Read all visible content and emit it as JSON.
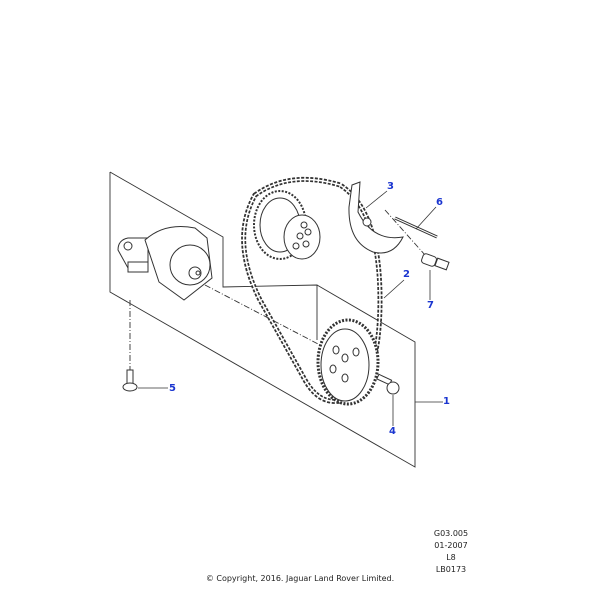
{
  "diagram": {
    "callouts": [
      "1",
      "2",
      "3",
      "4",
      "5",
      "6",
      "7"
    ],
    "callout_color": "#1a35d0",
    "parts_shown": [
      "oil-pump",
      "timing-chain",
      "camshaft-sprocket",
      "crankshaft-sprocket",
      "chain-tensioner",
      "bolt",
      "screw",
      "pin",
      "stud"
    ]
  },
  "meta": {
    "code": "G03.005",
    "date": "01-2007",
    "model": "L8",
    "ref": "LB0173"
  },
  "copyright": "© Copyright, 2016. Jaguar Land Rover Limited."
}
